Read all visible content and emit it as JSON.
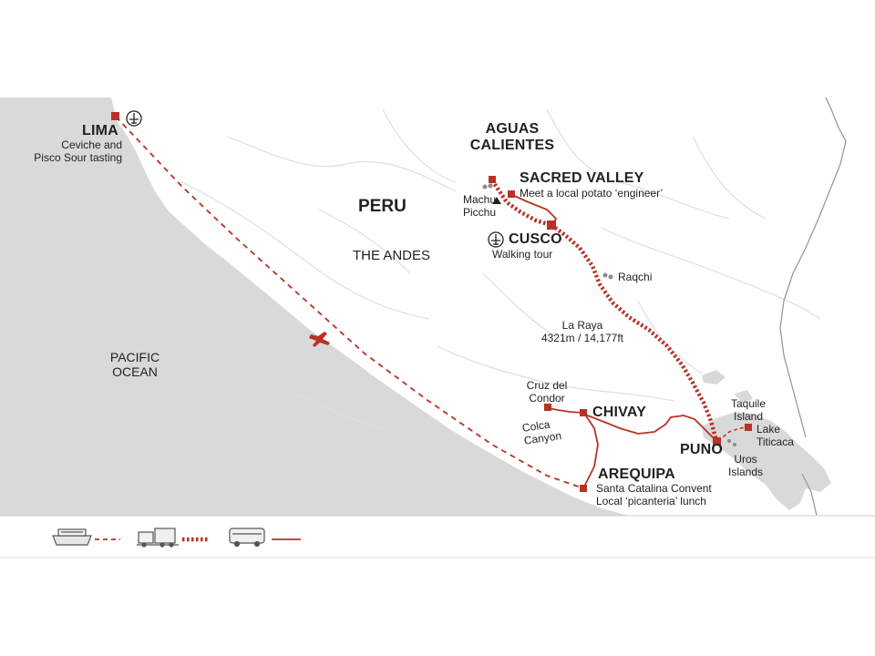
{
  "map": {
    "country": "PERU",
    "region": "THE ANDES",
    "ocean": {
      "line1": "PACIFIC",
      "line2": "OCEAN"
    }
  },
  "places": {
    "lima": {
      "name": "LIMA",
      "sub1": "Ceviche and",
      "sub2": "Pisco Sour tasting"
    },
    "aguas_calientes": {
      "line1": "AGUAS",
      "line2": "CALIENTES"
    },
    "sacred_valley": {
      "name": "SACRED VALLEY",
      "sub": "Meet a local potato ‘engineer’"
    },
    "machu_picchu": {
      "line1": "Machu",
      "line2": "Picchu"
    },
    "cusco": {
      "name": "CUSCO",
      "sub": "Walking tour"
    },
    "raqchi": {
      "name": "Raqchi"
    },
    "la_raya": {
      "line1": "La Raya",
      "line2": "4321m / 14,177ft"
    },
    "cruz_del_condor": {
      "line1": "Cruz del",
      "line2": "Condor"
    },
    "chivay": {
      "name": "CHIVAY"
    },
    "colca_canyon": {
      "line1": "Colca",
      "line2": "Canyon"
    },
    "arequipa": {
      "name": "AREQUIPA",
      "sub1": "Santa Catalina Convent",
      "sub2": "Local ‘picanteria’ lunch"
    },
    "puno": {
      "name": "PUNO"
    },
    "taquile": {
      "line1": "Taquile",
      "line2": "Island"
    },
    "lake_titicaca": {
      "line1": "Lake",
      "line2": "Titicaca"
    },
    "uros": {
      "line1": "Uros",
      "line2": "Islands"
    }
  },
  "legend": {
    "items": [
      {
        "mode": "boat",
        "icon": "boat-icon",
        "line": "dashed"
      },
      {
        "mode": "train",
        "icon": "train-icon",
        "line": "dotted-thick"
      },
      {
        "mode": "bus",
        "icon": "bus-icon",
        "line": "solid"
      }
    ]
  },
  "colors": {
    "route": "#b83227",
    "land": "#ffffff",
    "sea": "#d9d9d9",
    "rivers": "#dedede",
    "borders": "#9a9a9a",
    "text": "#222222",
    "marker_grey": "#8c8c8c"
  }
}
